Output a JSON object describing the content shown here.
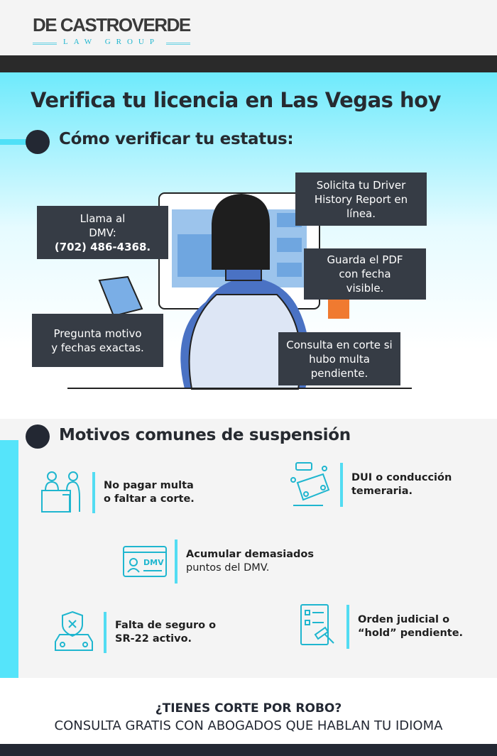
{
  "logo": {
    "name": "DE CASTROVERDE",
    "sub": "LAW GROUP"
  },
  "title": "Verifica tu licencia en Las Vegas hoy",
  "section1": {
    "heading": "Cómo verificar tu estatus:",
    "boxes": [
      {
        "line1": "Llama al",
        "line2": "DMV:",
        "line3": "(702) 486-4368."
      },
      {
        "text": "Solicita tu Driver History Report en línea."
      },
      {
        "text": "Guarda el PDF con fecha visible."
      },
      {
        "text": "Pregunta motivo y fechas exactas."
      },
      {
        "text": "Consulta en corte si hubo multa pendiente."
      }
    ]
  },
  "section2": {
    "heading": "Motivos comunes de suspensión",
    "items": [
      {
        "bold": "No pagar multa o faltar a corte.",
        "normal": "",
        "icon": "court-counter-icon"
      },
      {
        "bold": "DUI o conducción temeraria.",
        "normal": "",
        "icon": "car-crash-icon"
      },
      {
        "bold": "Acumular demasiados",
        "normal": "puntos del DMV.",
        "icon": "dmv-license-card-icon"
      },
      {
        "bold": "Falta de seguro o SR-22 activo.",
        "normal": "",
        "icon": "car-insurance-shield-icon"
      },
      {
        "bold": "Orden judicial o “hold” pendiente.",
        "normal": "",
        "icon": "court-order-gavel-icon"
      }
    ]
  },
  "cta": {
    "line1": "¿TIENES CORTE POR ROBO?",
    "line2": "CONSULTA GRATIS CON ABOGADOS QUE HABLAN TU IDIOMA"
  },
  "colors": {
    "accent": "#4fe0f7",
    "dark": "#232833",
    "icon": "#1fb6cf"
  }
}
